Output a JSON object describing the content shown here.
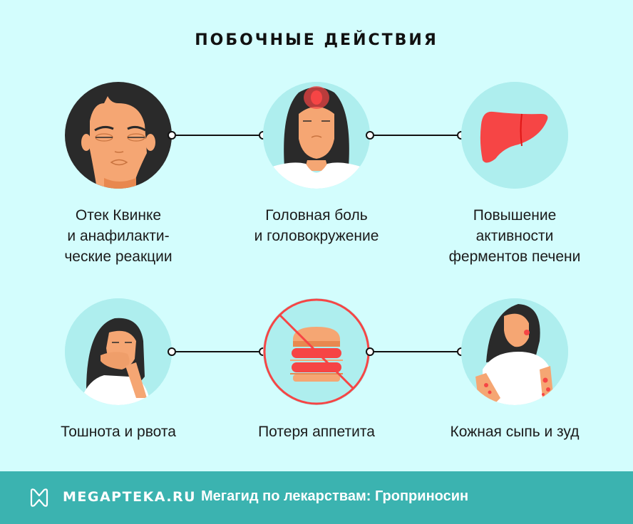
{
  "title": "ПОБОЧНЫЕ ДЕЙСТВИЯ",
  "items": [
    {
      "label_lines": [
        "Отек Квинке",
        "и анафилакти-",
        "ческие реакции"
      ],
      "icon": "swollen-face-woman",
      "circle_color": "#2a2a2a"
    },
    {
      "label_lines": [
        "Головная боль",
        "и головокружение"
      ],
      "icon": "headache-woman",
      "circle_color": "#aeeeee"
    },
    {
      "label_lines": [
        "Повышение",
        "активности",
        "ферментов печени"
      ],
      "icon": "liver",
      "circle_color": "#aeeeee"
    },
    {
      "label_lines": [
        "Тошнота и рвота"
      ],
      "icon": "nausea-woman",
      "circle_color": "#aeeeee"
    },
    {
      "label_lines": [
        "Потеря аппетита"
      ],
      "icon": "no-burger",
      "circle_color": "#aeeeee"
    },
    {
      "label_lines": [
        "Кожная сыпь и зуд"
      ],
      "icon": "rash-woman",
      "circle_color": "#aeeeee"
    }
  ],
  "footer": {
    "brand": "MEGAPTEKA.RU",
    "text": "Мегагид по лекарствам: Гроприносин",
    "background": "#3bb3b0"
  },
  "colors": {
    "background": "#d3fdfd",
    "circle": "#aeeeee",
    "accent_red": "#f64545",
    "skin": "#f5a673",
    "hair": "#2a2a2a"
  }
}
